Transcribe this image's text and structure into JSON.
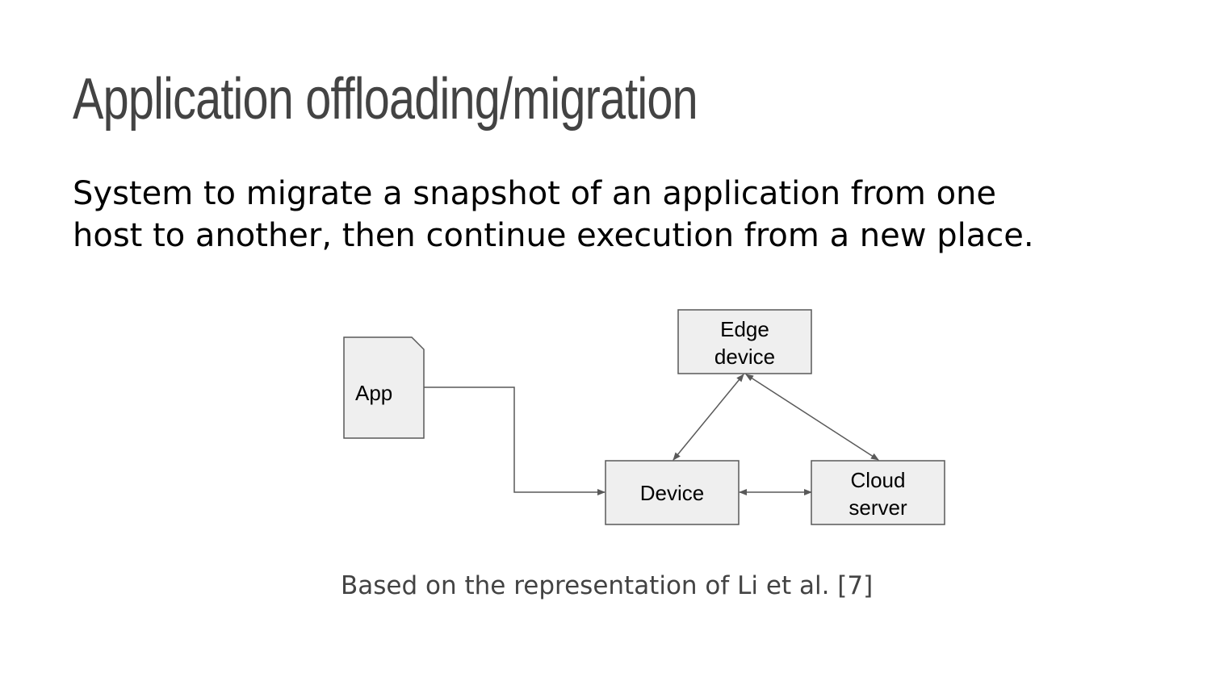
{
  "slide": {
    "title": "Application offloading/migration",
    "body_lines": [
      "System to migrate a snapshot of an application from one",
      "host to another, then continue execution from a new place."
    ],
    "caption": "Based on the representation of Li et al. [7]"
  },
  "diagram": {
    "colors": {
      "node_fill": "#efefef",
      "node_stroke": "#595959",
      "edge": "#595959"
    },
    "nodes": {
      "app": {
        "lines": [
          "App"
        ]
      },
      "edge_device": {
        "lines": [
          "Edge",
          "device"
        ]
      },
      "device": {
        "lines": [
          "Device"
        ]
      },
      "cloud_server": {
        "lines": [
          "Cloud",
          "server"
        ]
      }
    },
    "edges": [
      {
        "from": "app",
        "to": "device",
        "direction": "forward"
      },
      {
        "from": "device",
        "to": "edge_device",
        "direction": "both"
      },
      {
        "from": "edge_device",
        "to": "cloud_server",
        "direction": "both"
      },
      {
        "from": "device",
        "to": "cloud_server",
        "direction": "both"
      }
    ]
  }
}
